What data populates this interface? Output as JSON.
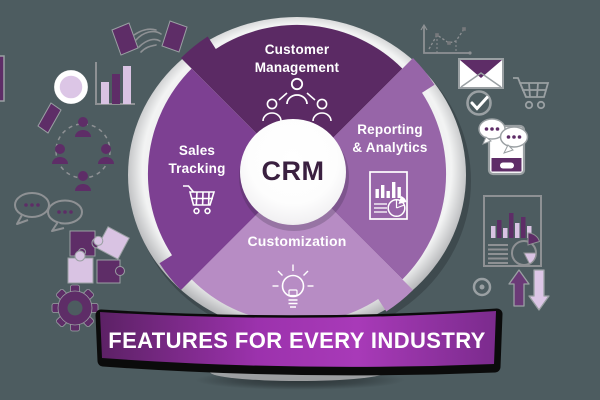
{
  "banner": {
    "label": "FEATURES FOR EVERY INDUSTRY",
    "gradient": [
      "#5c2165",
      "#9c32ad",
      "#a83ab8",
      "#7b2b8d"
    ]
  },
  "wheel": {
    "center_label": "CRM",
    "segments": [
      {
        "name": "customer-management",
        "label": "Customer\nManagement",
        "color": "#5b2a64",
        "icon": "org-chart-icon",
        "position": "top"
      },
      {
        "name": "reporting-analytics",
        "label": "Reporting\n& Analytics",
        "color": "#9765a8",
        "icon": "report-chart-icon",
        "position": "right"
      },
      {
        "name": "customization",
        "label": "Customization",
        "color": "#b78cc4",
        "icon": "lightbulb-icon",
        "position": "bottom"
      },
      {
        "name": "sales-tracking",
        "label": "Sales\nTracking",
        "color": "#7d4092",
        "icon": "shopping-cart-icon",
        "position": "left"
      }
    ]
  },
  "decorative_icons": [
    "handshake-icon",
    "magnifier-icon",
    "bar-chart-icon",
    "people-network-icon",
    "speech-bubbles-icon",
    "puzzle-icon",
    "gear-icon",
    "cropped-card-icon",
    "line-chart-icon",
    "envelope-icon",
    "check-circle-icon",
    "cart-outline-icon",
    "phone-chat-icon",
    "report-doc-icon",
    "target-dot-icon",
    "arrows-up-down-icon"
  ],
  "colors": {
    "background": "#4d5c60",
    "dark_purple": "#5e2d67",
    "light_purple": "#d9c3e3",
    "outline_gray": "#8e9194",
    "ring_silver_light": "#f0f1f1",
    "ring_silver_dark": "#a9abad",
    "crm_text": "#3a2040",
    "banner_shadow": "#0b0b0b"
  }
}
